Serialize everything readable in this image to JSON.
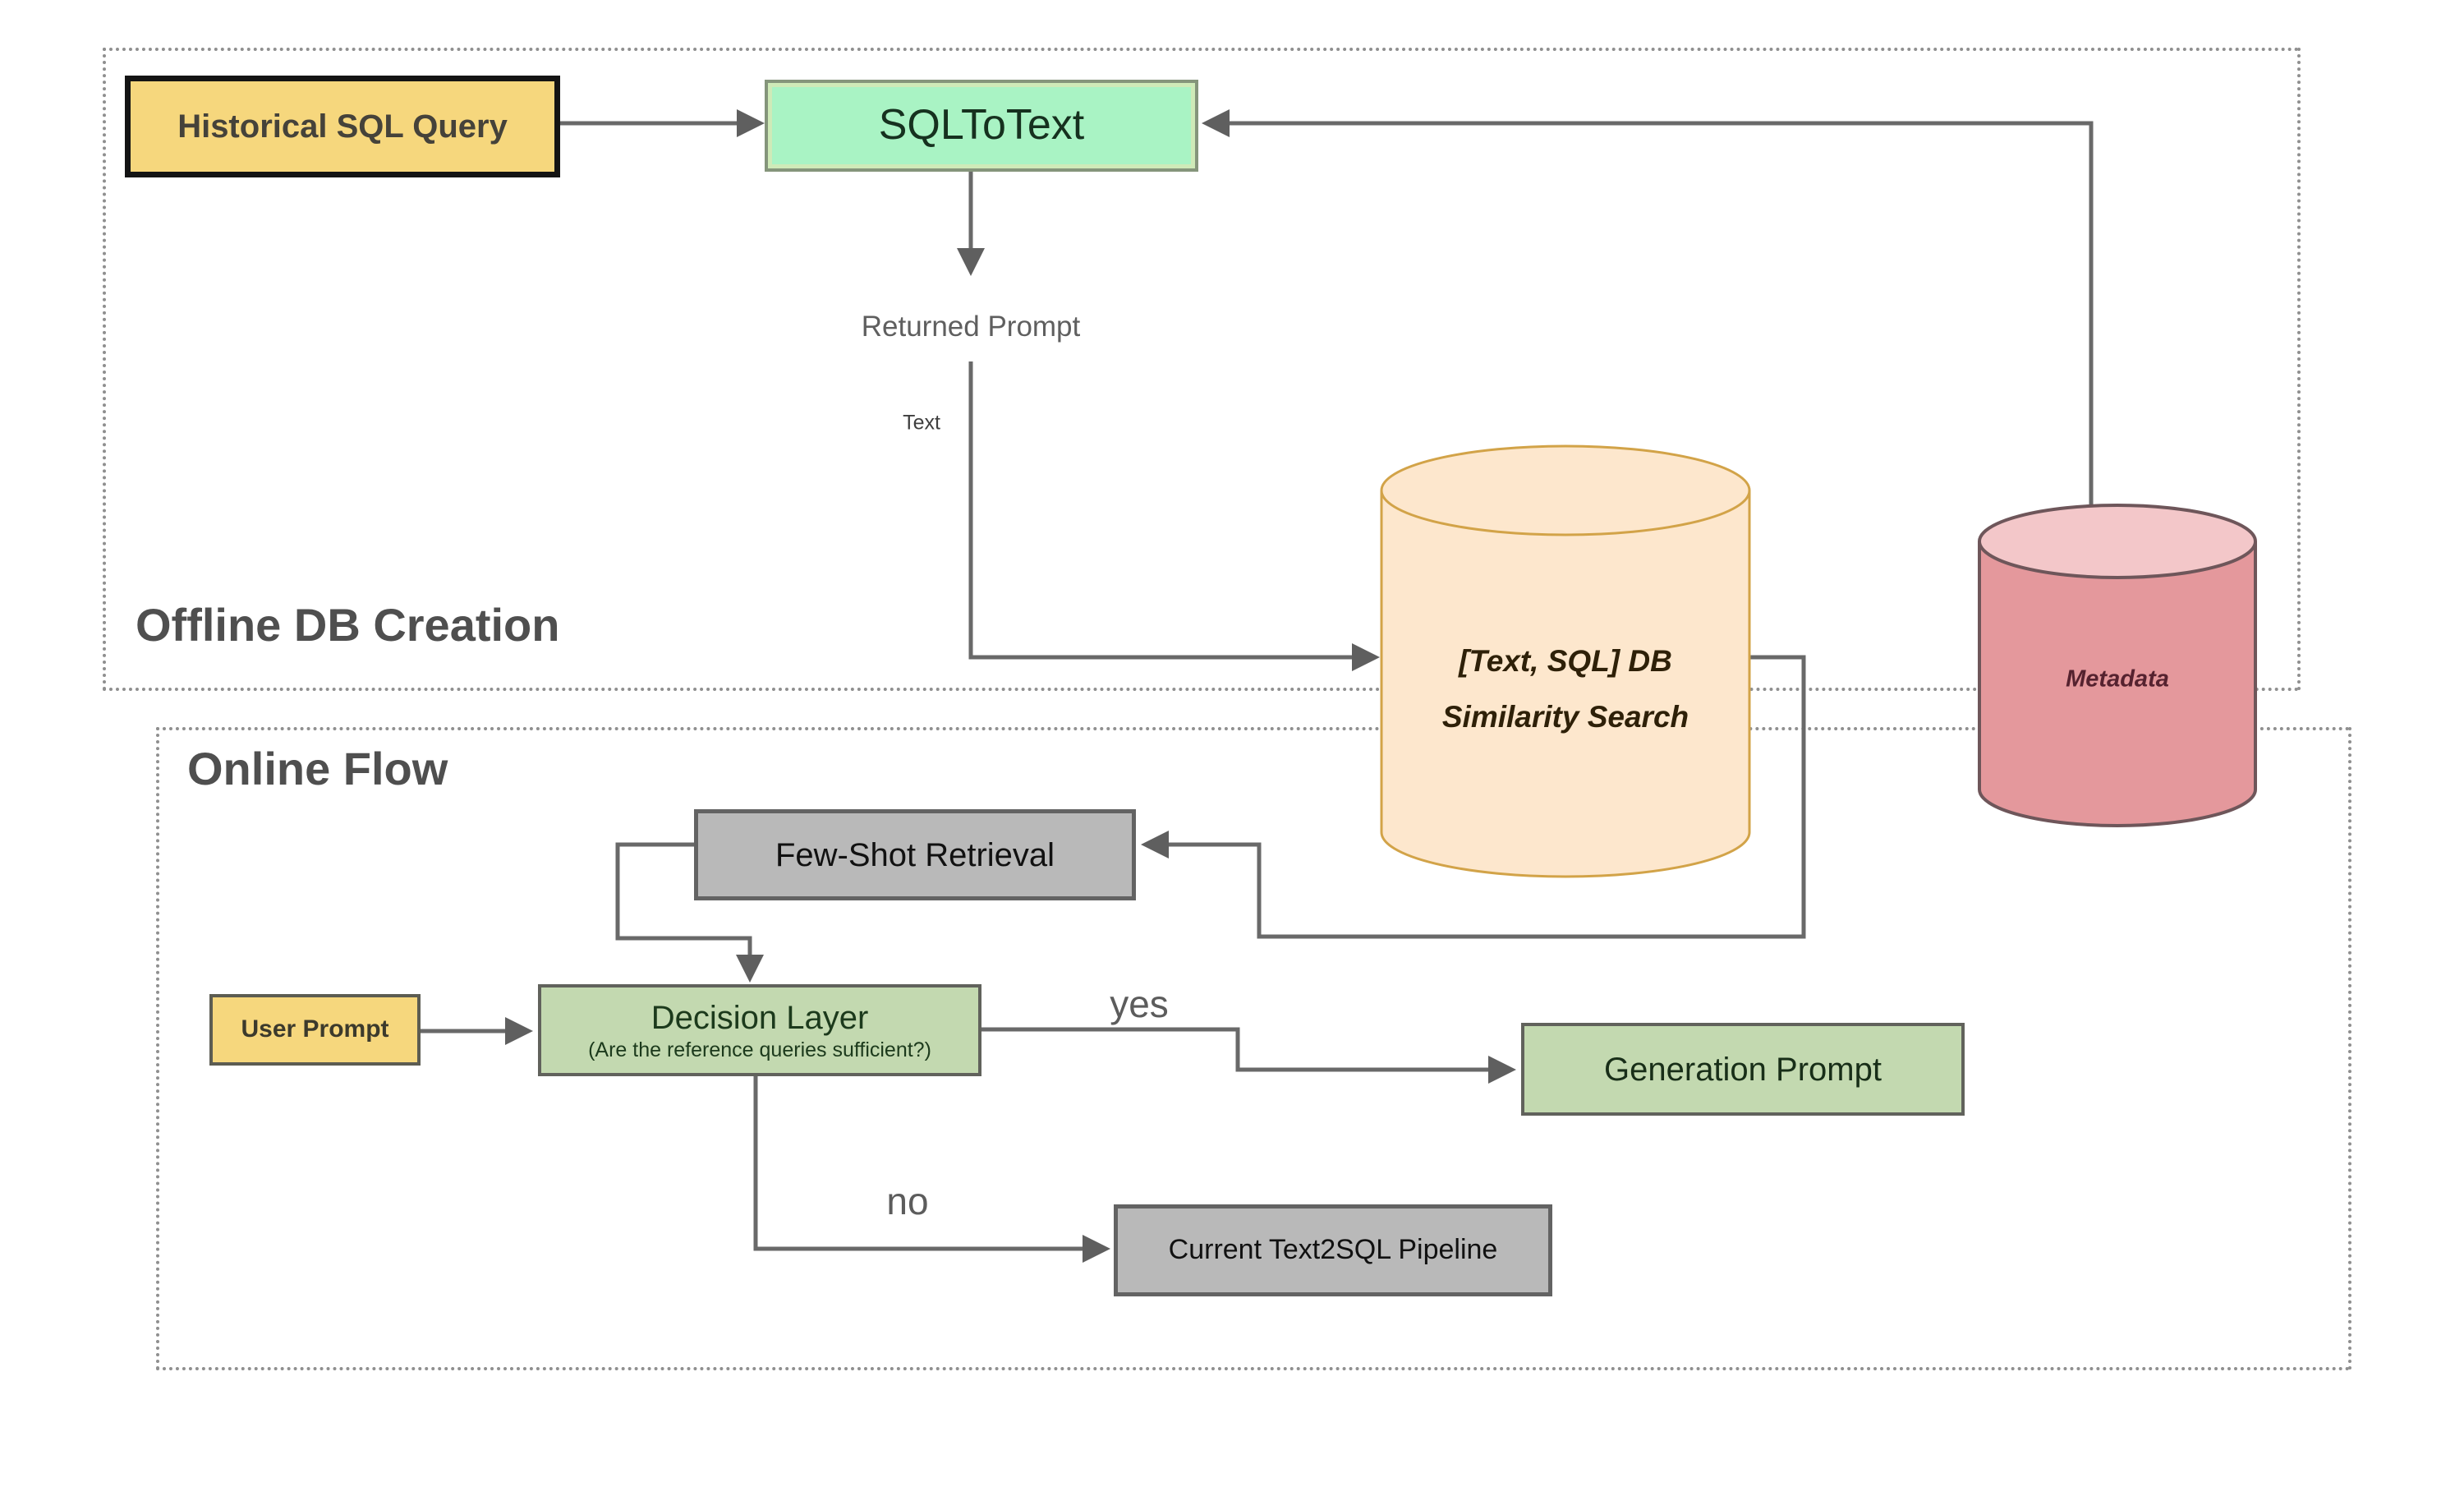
{
  "diagram": {
    "sections": {
      "offline": {
        "title": "Offline DB Creation"
      },
      "online": {
        "title": "Online Flow"
      }
    },
    "nodes": {
      "historical_sql_query": {
        "label": "Historical SQL Query"
      },
      "sql_to_text": {
        "label": "SQLToText"
      },
      "few_shot_retrieval": {
        "label": "Few-Shot Retrieval"
      },
      "decision_layer": {
        "label": "Decision Layer",
        "sublabel": "(Are the reference queries sufficient?)"
      },
      "user_prompt": {
        "label": "User Prompt"
      },
      "generation_prompt": {
        "label": "Generation Prompt"
      },
      "current_text2sql_pipeline": {
        "label": "Current Text2SQL Pipeline"
      },
      "text_sql_db": {
        "line1": "[Text, SQL] DB",
        "line2": "Similarity Search"
      },
      "metadata_db": {
        "label": "Metadata"
      }
    },
    "edge_labels": {
      "returned_prompt": "Returned Prompt",
      "text": "Text",
      "yes": "yes",
      "no": "no"
    },
    "colors": {
      "yellow_box": "#f6d77d",
      "mint_box": "#a9f3c4",
      "green_box": "#c3d9b0",
      "gray_box": "#b9b9b9",
      "db_cylinder_fill": "#fde7cd",
      "db_cylinder_stroke": "#d2a348",
      "metadata_cylinder_fill": "#e4989c",
      "metadata_cylinder_top": "#f3c7c9",
      "metadata_cylinder_stroke": "#6e565a",
      "connector_line": "#696969",
      "section_border": "#8f8f8f",
      "section_title_text": "#4f4f4f"
    }
  }
}
